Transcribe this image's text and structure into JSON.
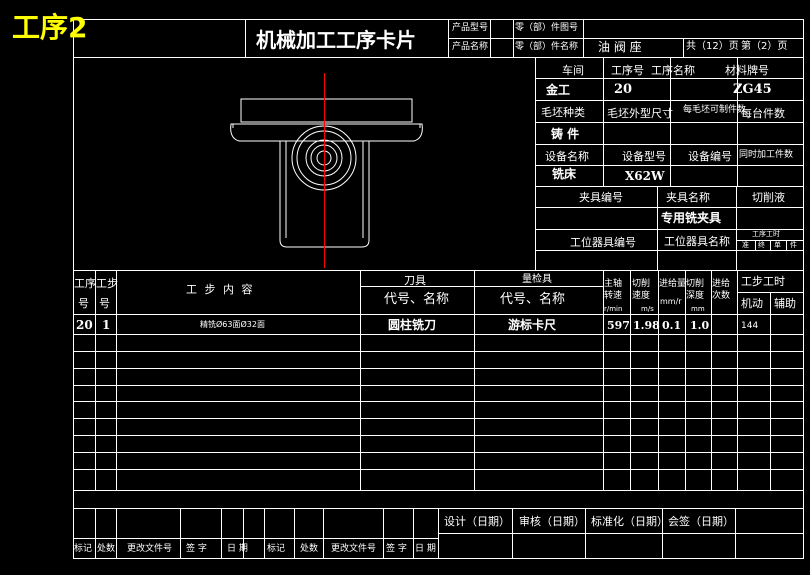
{
  "header": {
    "process_tag": "工序2",
    "card_title": "机械加工工序卡片",
    "product_model_label": "产品型号",
    "product_name_label": "产品名称",
    "part_drawing_no_label": "零（部）件图号",
    "part_name_label": "零（部）件名称",
    "part_name_value": "油 阀 座",
    "total_pages": "共（12）页",
    "page_no": "第（2）页"
  },
  "info": {
    "workshop_label": "车间",
    "process_no_label": "工序号",
    "process_name_label": "工序名称",
    "material_label": "材料牌号",
    "workshop_value": "金工",
    "process_no_value": "20",
    "material_value": "ZG45",
    "blank_type_label": "毛坯种类",
    "blank_size_label": "毛坯外型尺寸",
    "per_blank_label": "每毛坯可制件数",
    "per_unit_label": "每台件数",
    "blank_type_value": "铸 件",
    "equip_name_label": "设备名称",
    "equip_model_label": "设备型号",
    "equip_no_label": "设备编号",
    "simul_label": "同时加工件数",
    "equip_name_value": "铣床",
    "equip_model_value": "X62W",
    "fixture_no_label": "夹具编号",
    "fixture_name_label": "夹具名称",
    "coolant_label": "切削液",
    "fixture_name_value": "专用铣夹具",
    "station_tool_no_label": "工位器具编号",
    "station_tool_name_label": "工位器具名称",
    "hours_label": "工序工时",
    "hours_sub1": "准",
    "hours_sub2": "终",
    "hours_sub3": "单",
    "hours_sub4": "件"
  },
  "table": {
    "col_process_label": "工序",
    "col_process_label2": "号",
    "col_step_label": "工步",
    "col_step_label2": "号",
    "col_content_label": "工 步 内 容",
    "col_tool_label": "刀具",
    "col_tool_sub": "代号、名称",
    "col_gauge_label": "量检具",
    "col_gauge_sub": "代号、名称",
    "col_speed_label": "主轴转速",
    "col_speed_unit": "r/min",
    "col_cut_speed_label": "切削速度",
    "col_cut_speed_unit": "m/s",
    "col_feed_label": "进给量",
    "col_feed_unit": "mm/r",
    "col_depth_label": "切削深度",
    "col_depth_unit": "mm",
    "col_passes_label": "进给次数",
    "col_hours_label": "工步工时",
    "col_machine_label": "机动",
    "col_aux_label": "辅助",
    "rows": [
      {
        "process": "20",
        "step": "1",
        "content": "精铣Ø63面Ø32面",
        "tool": "圆柱铣刀",
        "gauge": "游标卡尺",
        "speed": "597",
        "cut_speed": "1.98",
        "feed": "0.1",
        "depth": "1.0",
        "passes": "",
        "machine": "144",
        "aux": ""
      }
    ]
  },
  "footer": {
    "design": "设计（日期）",
    "review": "审核（日期）",
    "standard": "标准化（日期）",
    "signoff": "会签（日期）",
    "mark": "标记",
    "count": "处数",
    "change_doc": "更改文件号",
    "sign": "签 字",
    "date": "日 期",
    "mark2": "标记",
    "count2": "处数",
    "change_doc2": "更改文件号",
    "sign2": "签 字",
    "date2": "日 期"
  },
  "colors": {
    "background": "#000000",
    "lines": "#ffffff",
    "tag": "#ffff00",
    "centerline": "#ff0000"
  }
}
